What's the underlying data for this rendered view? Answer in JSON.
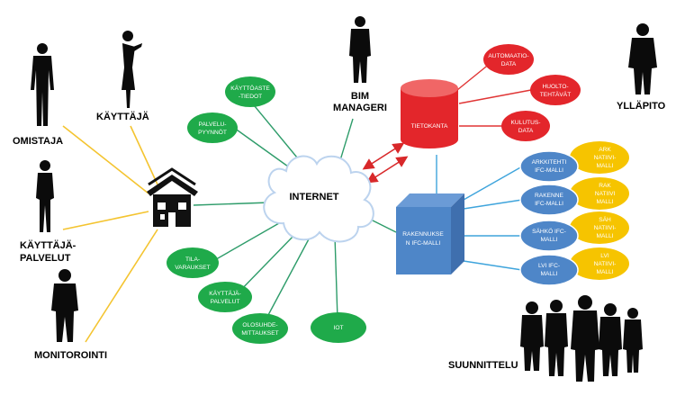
{
  "roles": {
    "omistaja": "OMISTAJA",
    "kayttaja": "KÄYTTÄJÄ",
    "kayttaja_palvelut": [
      "KÄYTTÄJÄ-",
      "PALVELUT"
    ],
    "monitorointi": "MONITOROINTI",
    "bim_manageri": [
      "BIM",
      "MANAGERI"
    ],
    "yllapito": "YLLÄPITO",
    "suunnittelu": "SUUNNITTELU"
  },
  "internet": "INTERNET",
  "database": "TIETOKANTA",
  "model_box": [
    "RAKENNUKSE",
    "N IFC-MALLI"
  ],
  "green_nodes": {
    "kayttoaste": [
      "KÄYTTÖASTE",
      "-TIEDOT"
    ],
    "palvelupyynnot": [
      "PALVELU-",
      "PYYNNÖT"
    ],
    "tilavaraukset": [
      "TILA-",
      "VARAUKSET"
    ],
    "kayttajapalvelut": [
      "KÄYTTÄJÄ-",
      "PALVELUT"
    ],
    "olosuhde": [
      "OLOSUHDE-",
      "MITTAUKSET"
    ],
    "iot": [
      "IOT"
    ]
  },
  "red_nodes": {
    "automaatio": [
      "AUTOMAATIO-",
      "DATA"
    ],
    "huolto": [
      "HUOLTO-",
      "TEHTÄVÄT"
    ],
    "kulutus": [
      "KULUTUS-",
      "DATA"
    ]
  },
  "blue_nodes": {
    "ark": [
      "ARKKITEHTI",
      "IFC-MALLI"
    ],
    "rak": [
      "RAKENNE",
      "IFC-MALLI"
    ],
    "sah": [
      "SÄHKÖ IFC-",
      "MALLI"
    ],
    "lvi": [
      "LVI IFC-",
      "MALLI"
    ]
  },
  "yellow_nodes": {
    "ark": [
      "ARK",
      "NATIIVI-",
      "MALLI"
    ],
    "rak": [
      "RAK",
      "NATIIVI",
      "MALLI"
    ],
    "sah": [
      "SÄH",
      "NATIIVI-",
      "MALLI"
    ],
    "lvi": [
      "LVI",
      "NATIIVI-",
      "MALLI"
    ]
  },
  "colors": {
    "green": "#1faa4a",
    "red": "#e3262b",
    "blue": "#4e86c8",
    "yellow": "#f6c400",
    "line_green": "#2e9c6a",
    "line_yellow": "#f4c430",
    "line_blue": "#3ea4dc",
    "line_red": "#e03535"
  }
}
